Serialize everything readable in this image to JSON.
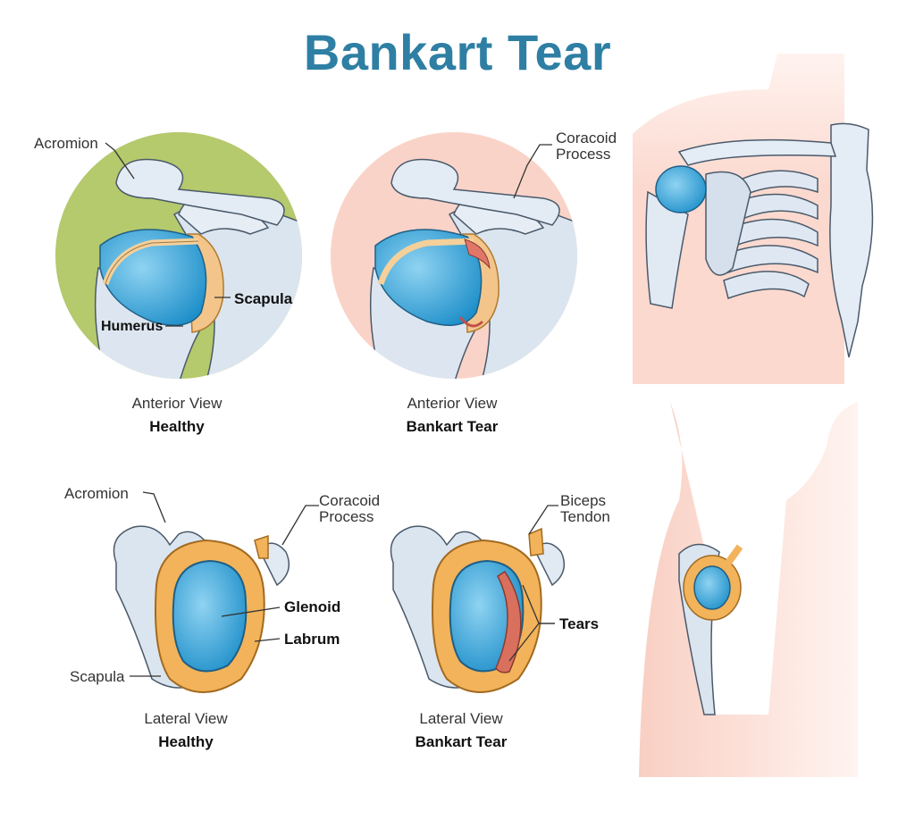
{
  "title": "Bankart Tear",
  "colors": {
    "title": "#2e7fa3",
    "healthy_bg": "#b5c96d",
    "tear_bg": "#fad3c8",
    "bone": "#dde6f0",
    "cartilage": "#2aa6dc",
    "labrum": "#f2b35a",
    "skin": "#fbd9cf"
  },
  "views": {
    "anterior_healthy": {
      "view": "Anterior View",
      "state": "Healthy"
    },
    "anterior_tear": {
      "view": "Anterior View",
      "state": "Bankart Tear"
    },
    "lateral_healthy": {
      "view": "Lateral View",
      "state": "Healthy"
    },
    "lateral_tear": {
      "view": "Lateral View",
      "state": "Bankart Tear"
    }
  },
  "labels": {
    "acromion_top": "Acromion",
    "coracoid_top_1": "Coracoid",
    "coracoid_top_2": "Process",
    "scapula_top": "Scapula",
    "humerus": "Humerus",
    "acromion_bottom": "Acromion",
    "coracoid_bottom_1": "Coracoid",
    "coracoid_bottom_2": "Process",
    "glenoid": "Glenoid",
    "labrum": "Labrum",
    "scapula_bottom": "Scapula",
    "biceps_1": "Biceps",
    "biceps_2": "Tendon",
    "tears": "Tears"
  }
}
